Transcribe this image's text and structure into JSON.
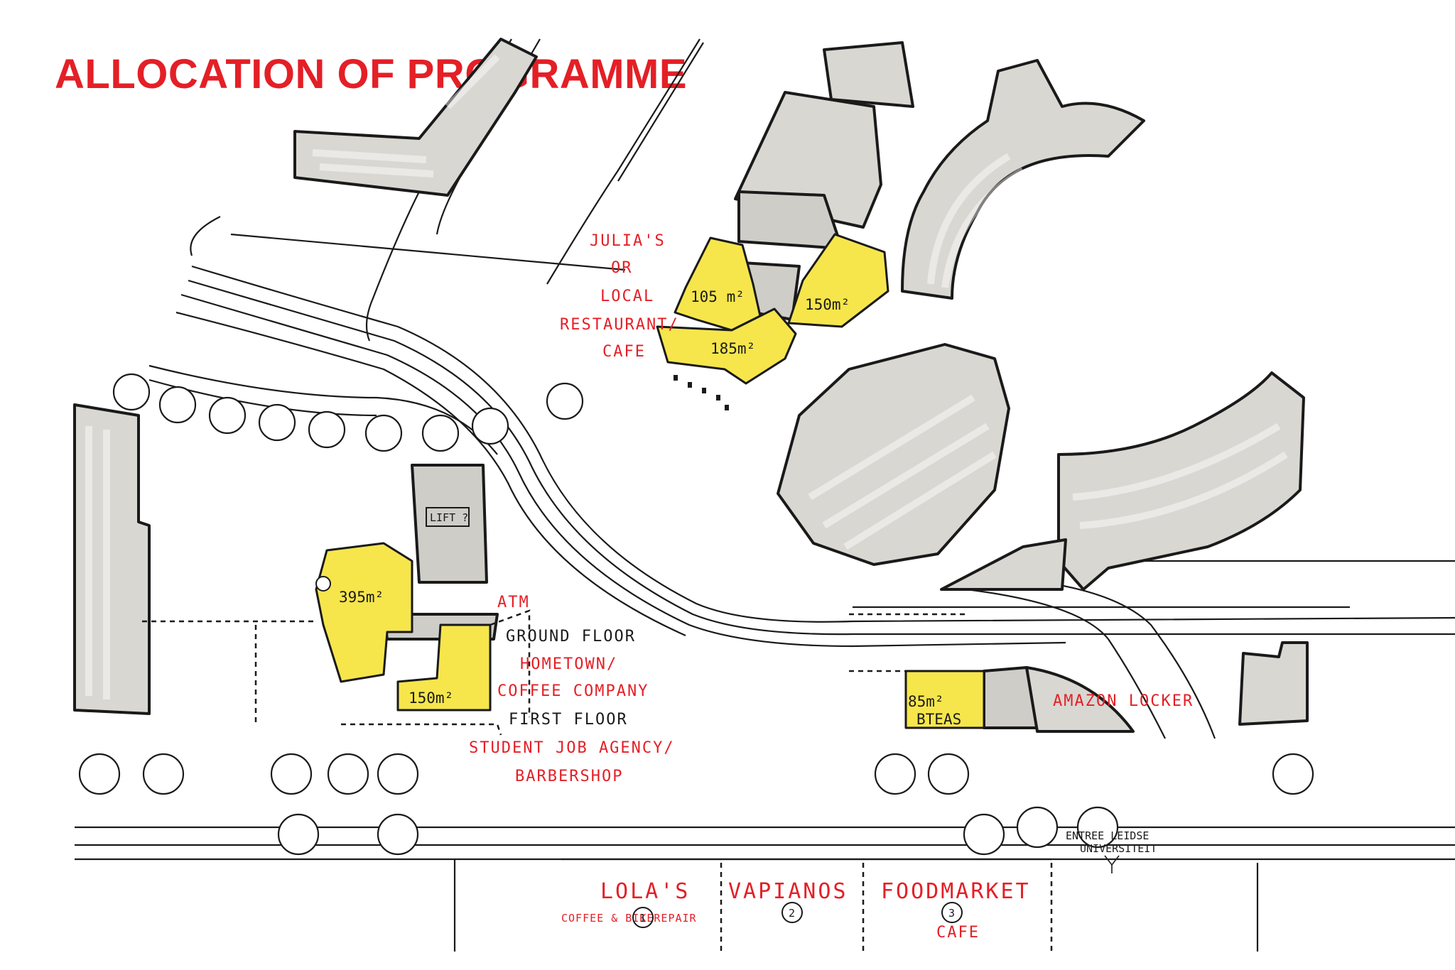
{
  "title": "ALLOCATION OF PROGRAMME",
  "colors": {
    "title_red": "#e41f26",
    "building_grey": "#d9d7d2",
    "programme_yellow": "#f6e64c",
    "ink": "#1a1a1a"
  },
  "north_block": {
    "label_lines": [
      "JULIA'S",
      "OR",
      "LOCAL",
      "RESTAURANT/",
      "CAFE"
    ],
    "areas": [
      "105 m²",
      "150m²",
      "185m²"
    ]
  },
  "west_block": {
    "lift_label": "LIFT ?",
    "areas": [
      "395m²",
      "150m²"
    ],
    "notes": [
      {
        "text": "ATM",
        "color": "red"
      },
      {
        "text": "GROUND FLOOR",
        "color": "black"
      },
      {
        "text": "HOMETOWN/",
        "color": "red"
      },
      {
        "text": "COFFEE COMPANY",
        "color": "red"
      },
      {
        "text": "FIRST FLOOR",
        "color": "black"
      },
      {
        "text": "STUDENT JOB AGENCY/",
        "color": "red"
      },
      {
        "text": "BARBERSHOP",
        "color": "red"
      }
    ]
  },
  "east_block": {
    "area": "85m²",
    "label": "BTEAS",
    "locker": "AMAZON LOCKER"
  },
  "entrance_label": [
    "ENTREE LEIDSE",
    "UNIVERSITEIT"
  ],
  "shops": [
    {
      "name": "LOLA'S",
      "sub": "COFFEE & BIKEREPAIR",
      "num": "1"
    },
    {
      "name": "VAPIANOS",
      "sub": "",
      "num": "2"
    },
    {
      "name": "FOODMARKET",
      "sub": "CAFE",
      "num": "3"
    }
  ]
}
